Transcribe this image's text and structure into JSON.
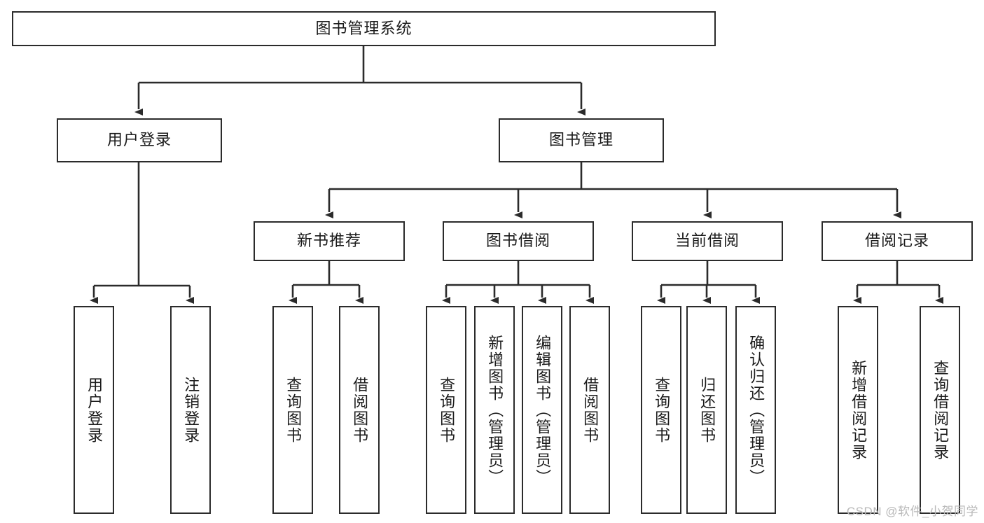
{
  "diagram": {
    "title": "图书管理系统",
    "type": "tree",
    "root": {
      "label": "图书管理系统"
    },
    "level2": [
      {
        "label": "用户登录"
      },
      {
        "label": "图书管理"
      }
    ],
    "level3": [
      {
        "label": "新书推荐"
      },
      {
        "label": "图书借阅"
      },
      {
        "label": "当前借阅"
      },
      {
        "label": "借阅记录"
      }
    ],
    "leaves": {
      "用户登录": [
        "用户登录",
        "注销登录"
      ],
      "新书推荐": [
        "查询图书",
        "借阅图书"
      ],
      "图书借阅": [
        "查询图书",
        "新增图书（管理员）",
        "编辑图书（管理员）",
        "借阅图书"
      ],
      "当前借阅": [
        "查询图书",
        "归还图书",
        "确认归还（管理员）"
      ],
      "借阅记录": [
        "新增借阅记录",
        "查询借阅记录"
      ]
    },
    "leaf_list": [
      "用户登录",
      "注销登录",
      "查询图书",
      "借阅图书",
      "查询图书",
      "新增图书（管理员）",
      "编辑图书（管理员）",
      "借阅图书",
      "查询图书",
      "归还图书",
      "确认归还（管理员）",
      "新增借阅记录",
      "查询借阅记录"
    ],
    "colors": {
      "stroke": "#2b2b2b",
      "fill": "#ffffff",
      "text": "#1b1b1b",
      "watermark": "#b9b9b9"
    }
  },
  "watermark": {
    "text": "CSDN @软件_小贺同学"
  }
}
